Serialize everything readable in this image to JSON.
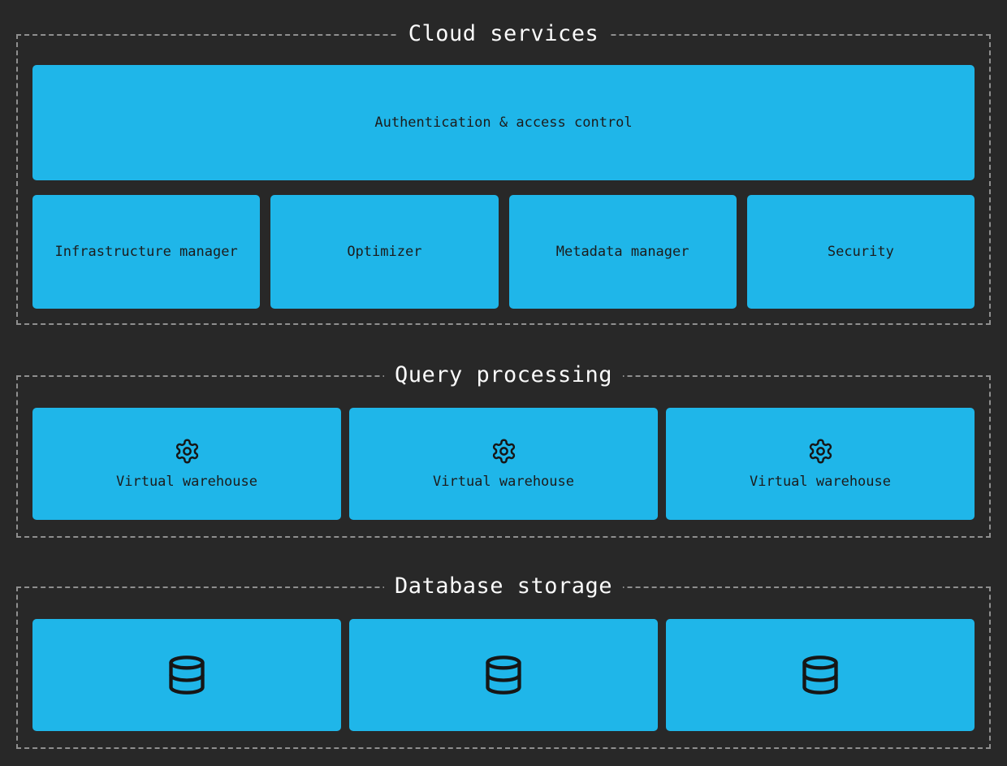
{
  "diagram": {
    "background": "#282828",
    "accent_blue": "#1fb6e9",
    "dashed_border_gray": "#8f8f8f",
    "section_title_color": "#fafafa",
    "box_text_color": "#1c1c1c"
  },
  "sections": [
    {
      "title": "Cloud services",
      "wide_box": {
        "label": "Authentication & access control"
      },
      "row": [
        {
          "label": "Infrastructure manager"
        },
        {
          "label": "Optimizer"
        },
        {
          "label": "Metadata manager"
        },
        {
          "label": "Security"
        }
      ]
    },
    {
      "title": "Query processing",
      "boxes": [
        {
          "icon": "gear-icon",
          "label": "Virtual warehouse"
        },
        {
          "icon": "gear-icon",
          "label": "Virtual warehouse"
        },
        {
          "icon": "gear-icon",
          "label": "Virtual warehouse"
        }
      ]
    },
    {
      "title": "Database storage",
      "boxes": [
        {
          "icon": "database-icon"
        },
        {
          "icon": "database-icon"
        },
        {
          "icon": "database-icon"
        }
      ]
    }
  ]
}
